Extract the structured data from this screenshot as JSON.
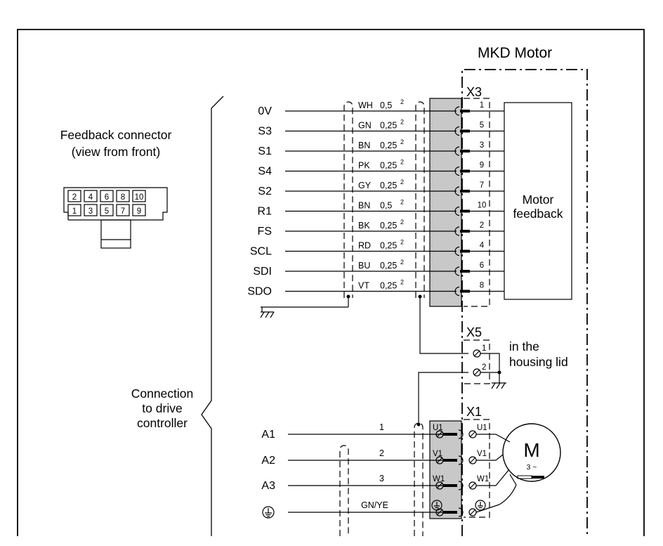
{
  "motor_title": "MKD Motor",
  "feedback_connector": {
    "caption_line1": "Feedback connector",
    "caption_line2": "(view from front)",
    "top_row_pins": [
      "2",
      "4",
      "6",
      "8",
      "10"
    ],
    "bottom_row_pins": [
      "1",
      "3",
      "5",
      "7",
      "9"
    ]
  },
  "controller_label": {
    "line1": "Connection",
    "line2": "to drive",
    "line3": "controller"
  },
  "feedback_wires": [
    {
      "signal": "0V",
      "color": "WH",
      "size": "0,5",
      "pin": "1"
    },
    {
      "signal": "S3",
      "color": "GN",
      "size": "0,25",
      "pin": "5"
    },
    {
      "signal": "S1",
      "color": "BN",
      "size": "0,25",
      "pin": "3"
    },
    {
      "signal": "S4",
      "color": "PK",
      "size": "0,25",
      "pin": "9"
    },
    {
      "signal": "S2",
      "color": "GY",
      "size": "0,25",
      "pin": "7"
    },
    {
      "signal": "R1",
      "color": "BN",
      "size": "0,5",
      "pin": "10"
    },
    {
      "signal": "FS",
      "color": "BK",
      "size": "0,25",
      "pin": "2"
    },
    {
      "signal": "SCL",
      "color": "RD",
      "size": "0,25",
      "pin": "4"
    },
    {
      "signal": "SDI",
      "color": "BU",
      "size": "0,25",
      "pin": "6"
    },
    {
      "signal": "SDO",
      "color": "VT",
      "size": "0,25",
      "pin": "8"
    }
  ],
  "superscript": "2",
  "x3": {
    "label": "X3"
  },
  "motor_feedback": {
    "line1": "Motor",
    "line2": "feedback"
  },
  "x5": {
    "label": "X5",
    "pins": [
      "1",
      "2"
    ],
    "note_line1": "in the",
    "note_line2": "housing lid"
  },
  "x1": {
    "label": "X1"
  },
  "power_wires": [
    {
      "signal": "A1",
      "wire": "1",
      "terminal": "U1"
    },
    {
      "signal": "A2",
      "wire": "2",
      "terminal": "V1"
    },
    {
      "signal": "A3",
      "wire": "3",
      "terminal": "W1"
    },
    {
      "signal": "",
      "wire": "GN/YE",
      "terminal": ""
    }
  ],
  "motor_symbol": {
    "letter": "M",
    "phase": "3 ~"
  }
}
